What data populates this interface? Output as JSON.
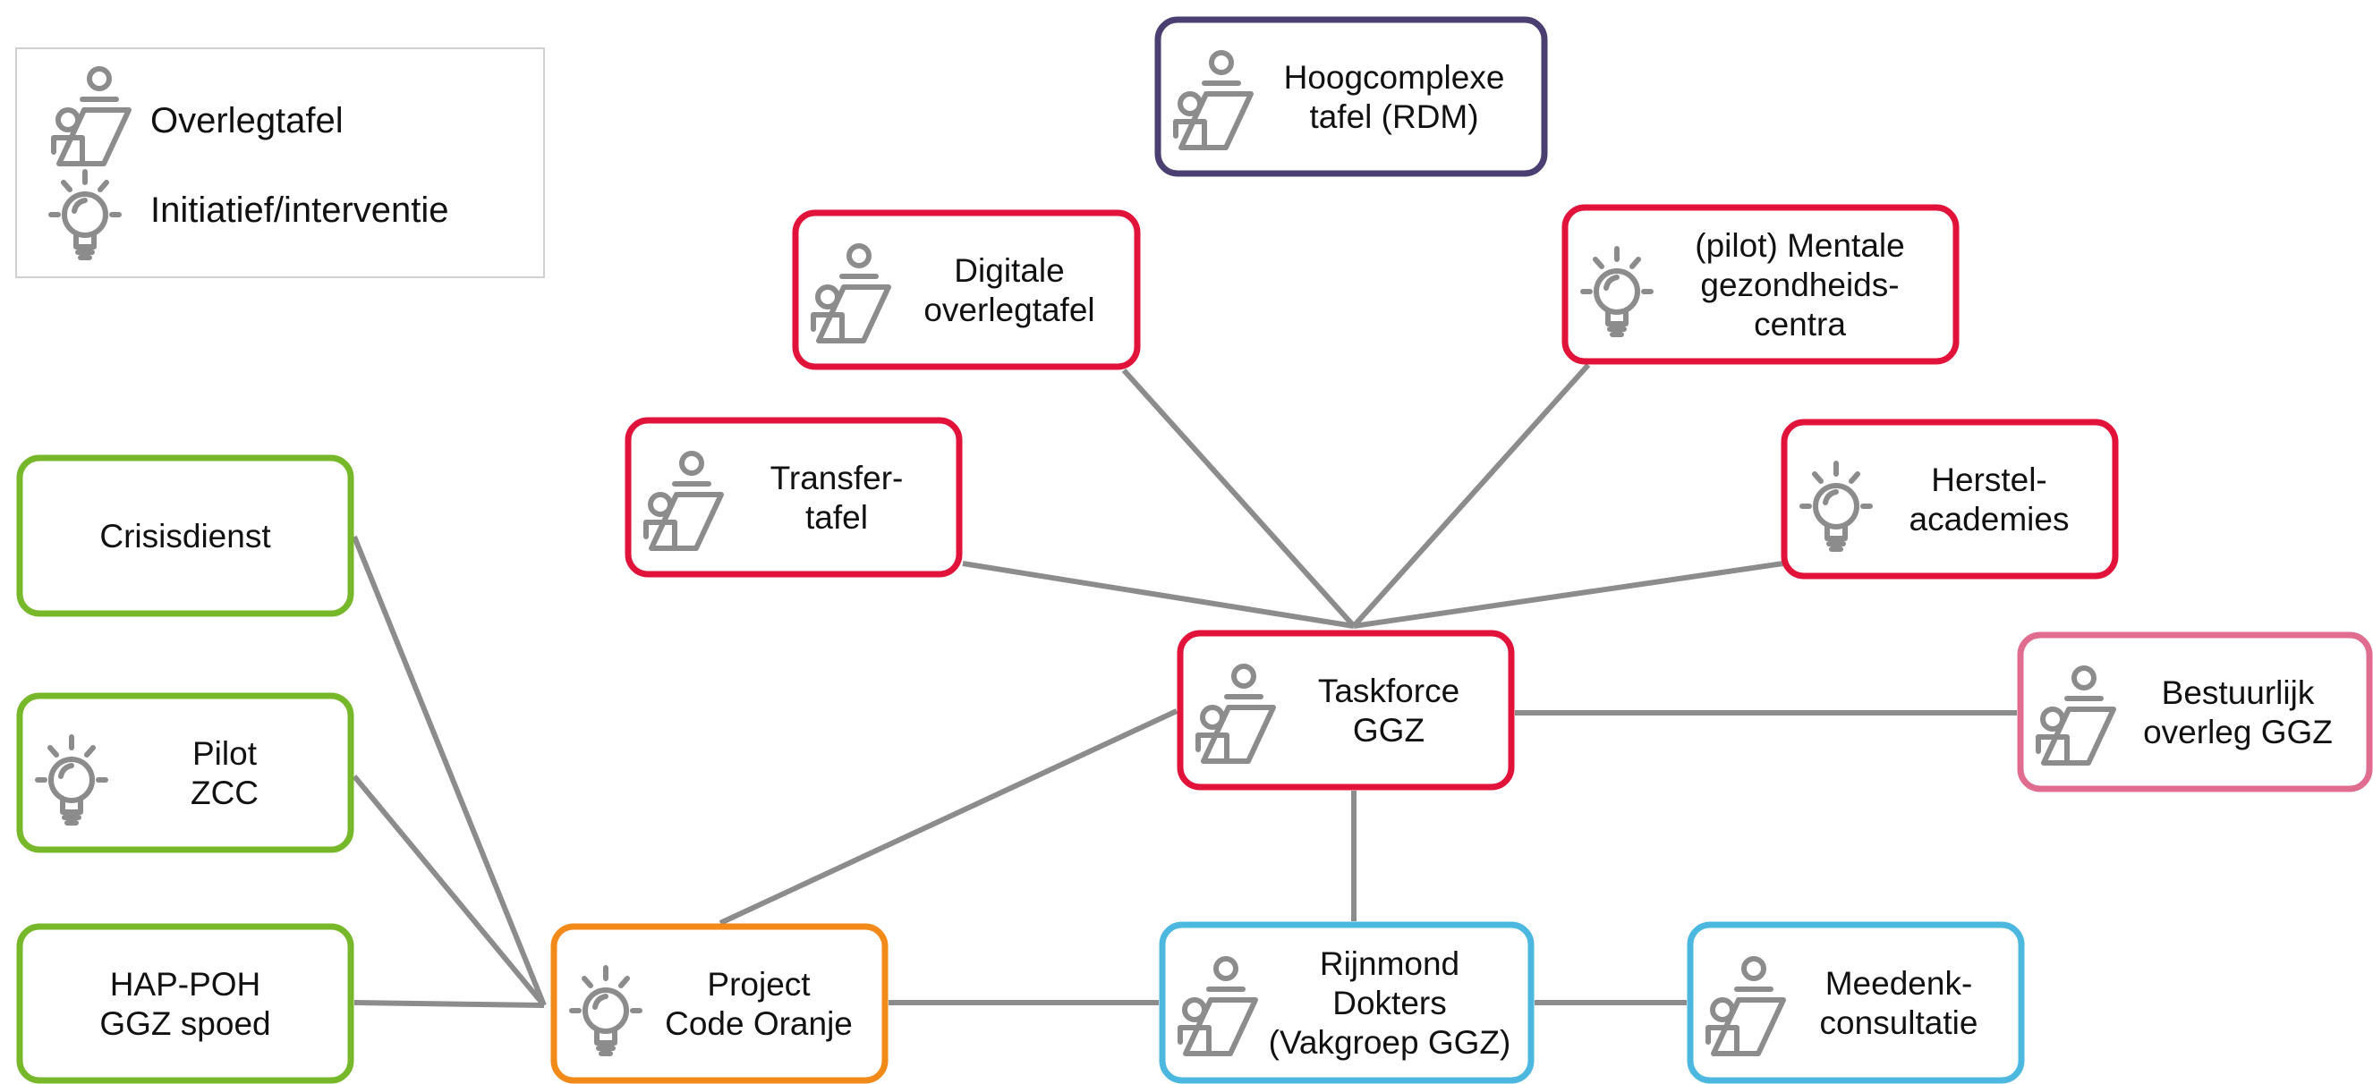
{
  "colors": {
    "edge": "#8c8c8c",
    "icon": "#8c8c8c",
    "purple": "#4b3f72",
    "red": "#e2133a",
    "green": "#76b82a",
    "orange": "#f28a1a",
    "blue": "#4cb8e0",
    "pink": "#e06c8f",
    "legend_border": "#d0d0d0"
  },
  "legend": {
    "items": [
      {
        "icon": "meeting-table-icon",
        "label": "Overlegtafel"
      },
      {
        "icon": "lightbulb-icon",
        "label": "Initiatief/interventie"
      }
    ]
  },
  "nodes": [
    {
      "id": "hoogcomplexe",
      "icon": "meeting-table-icon",
      "color": "purple",
      "lines": [
        "Hoogcomplexe",
        "tafel (RDM)"
      ]
    },
    {
      "id": "digitale",
      "icon": "meeting-table-icon",
      "color": "red",
      "lines": [
        "Digitale",
        "overlegtafel"
      ]
    },
    {
      "id": "mentale",
      "icon": "lightbulb-icon",
      "color": "red",
      "lines": [
        "(pilot) Mentale",
        "gezondheids-",
        "centra"
      ]
    },
    {
      "id": "transfer",
      "icon": "meeting-table-icon",
      "color": "red",
      "lines": [
        "Transfer-",
        "tafel"
      ]
    },
    {
      "id": "herstel",
      "icon": "lightbulb-icon",
      "color": "red",
      "lines": [
        "Herstel-",
        "academies"
      ]
    },
    {
      "id": "taskforce",
      "icon": "meeting-table-icon",
      "color": "red",
      "lines": [
        "Taskforce",
        "GGZ"
      ]
    },
    {
      "id": "bestuurlijk",
      "icon": "meeting-table-icon",
      "color": "pink",
      "lines": [
        "Bestuurlijk",
        "overleg GGZ"
      ]
    },
    {
      "id": "crisisdienst",
      "icon": "",
      "color": "green",
      "lines": [
        "Crisisdienst"
      ]
    },
    {
      "id": "pilotzcc",
      "icon": "lightbulb-icon",
      "color": "green",
      "lines": [
        "Pilot",
        "ZCC"
      ]
    },
    {
      "id": "happoh",
      "icon": "",
      "color": "green",
      "lines": [
        "HAP-POH",
        "GGZ spoed"
      ]
    },
    {
      "id": "codeoranje",
      "icon": "lightbulb-icon",
      "color": "orange",
      "lines": [
        "Project",
        "Code Oranje"
      ]
    },
    {
      "id": "rijnmond",
      "icon": "meeting-table-icon",
      "color": "blue",
      "lines": [
        "Rijnmond",
        "Dokters",
        "(Vakgroep GGZ)"
      ]
    },
    {
      "id": "meedenk",
      "icon": "meeting-table-icon",
      "color": "blue",
      "lines": [
        "Meedenk-",
        "consultatie"
      ]
    }
  ],
  "edges": [
    [
      "digitale",
      "taskforce"
    ],
    [
      "mentale",
      "taskforce"
    ],
    [
      "transfer",
      "taskforce"
    ],
    [
      "herstel",
      "taskforce"
    ],
    [
      "taskforce",
      "bestuurlijk"
    ],
    [
      "taskforce",
      "rijnmond"
    ],
    [
      "taskforce",
      "codeoranje"
    ],
    [
      "crisisdienst",
      "codeoranje"
    ],
    [
      "pilotzcc",
      "codeoranje"
    ],
    [
      "happoh",
      "codeoranje"
    ],
    [
      "codeoranje",
      "rijnmond"
    ],
    [
      "rijnmond",
      "meedenk"
    ]
  ]
}
